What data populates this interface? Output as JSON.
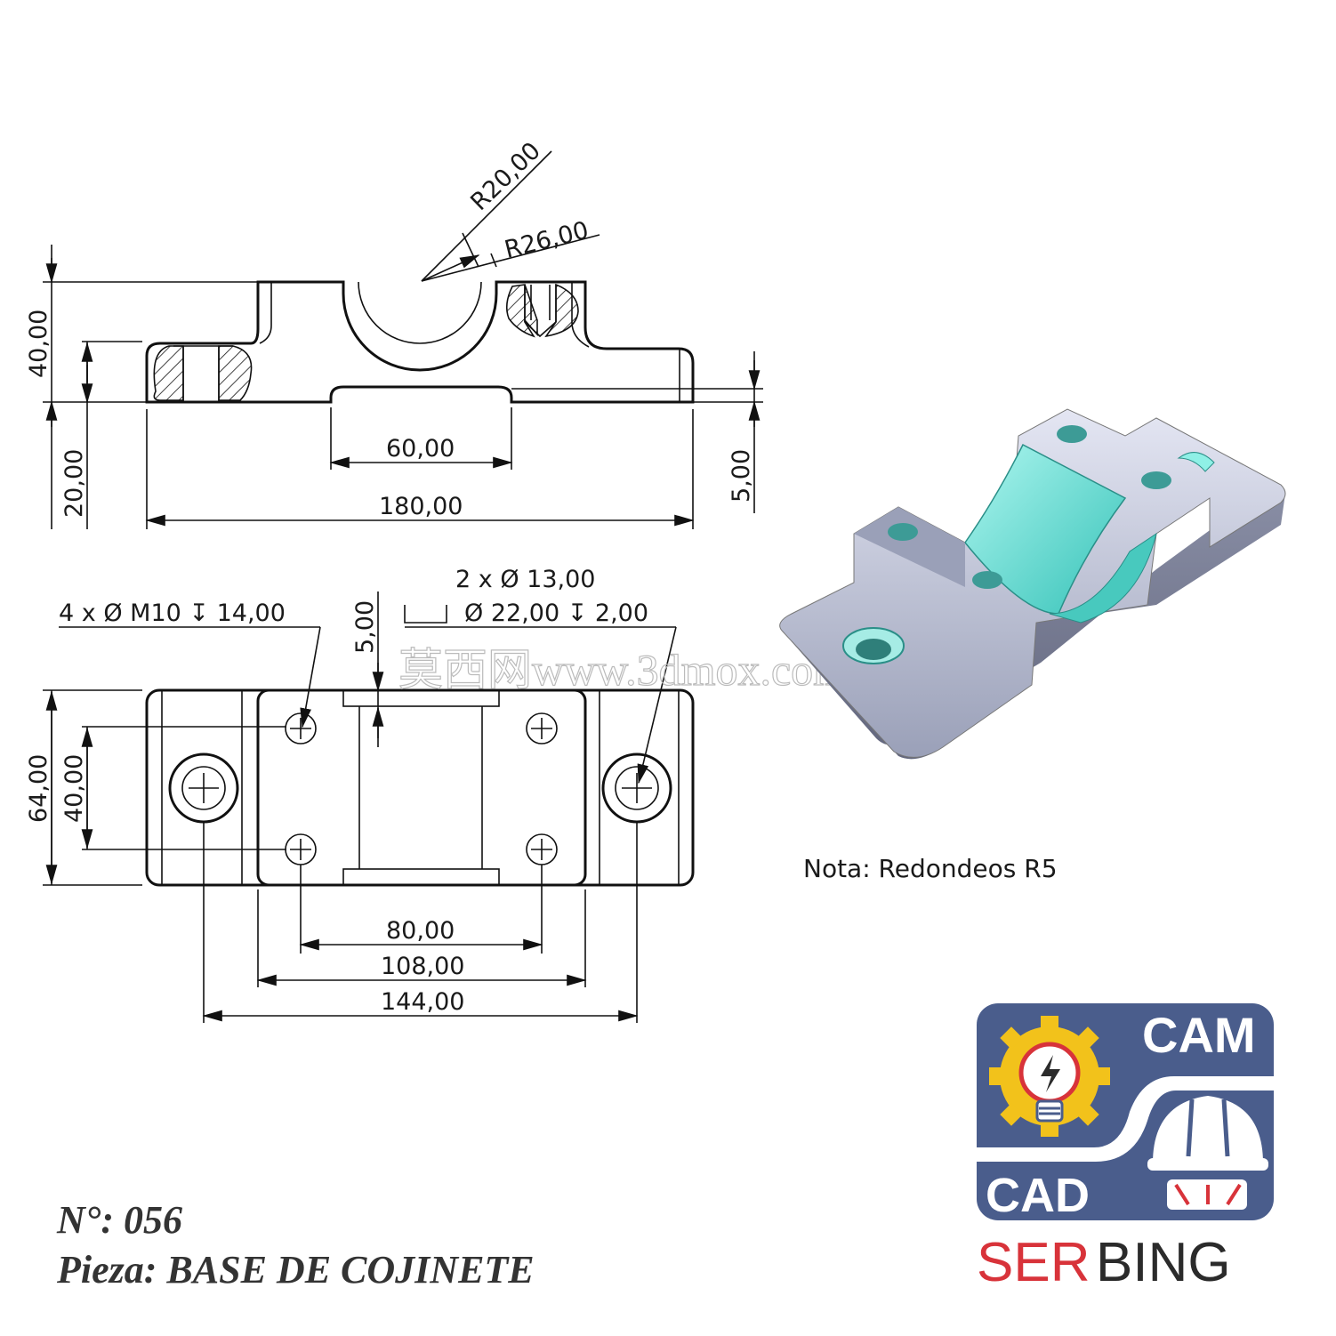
{
  "drawing": {
    "front_view": {
      "r_inner": "R20,00",
      "r_outer": "R26,00",
      "h_total": "40,00",
      "h_base": "20,00",
      "slot_width": "60,00",
      "length_total": "180,00",
      "slot_depth": "5,00"
    },
    "top_view": {
      "threaded_holes": "4 x Ø M10 ↧ 14,00",
      "counterbore_count": "2 x Ø 13,00",
      "counterbore_spec": "Ø 22,00 ↧ 2,00",
      "recess_depth": "5,00",
      "width_total": "64,00",
      "width_holes": "40,00",
      "dist_holes_inner": "80,00",
      "dist_block": "108,00",
      "dist_holes_outer": "144,00"
    },
    "note": "Nota: Redondeos R5",
    "watermark": "莫西网www.3dmox.com"
  },
  "title_block": {
    "number": "N°: 056",
    "part": "Pieza: BASE DE COJINETE"
  },
  "logo": {
    "cam": "CAM",
    "cad": "CAD",
    "ser": "SER",
    "bing": "BING",
    "colors": {
      "panel": "#4a5d8c",
      "red": "#d8333a",
      "gear": "#f2c21b",
      "dark": "#2b2b2b"
    }
  }
}
